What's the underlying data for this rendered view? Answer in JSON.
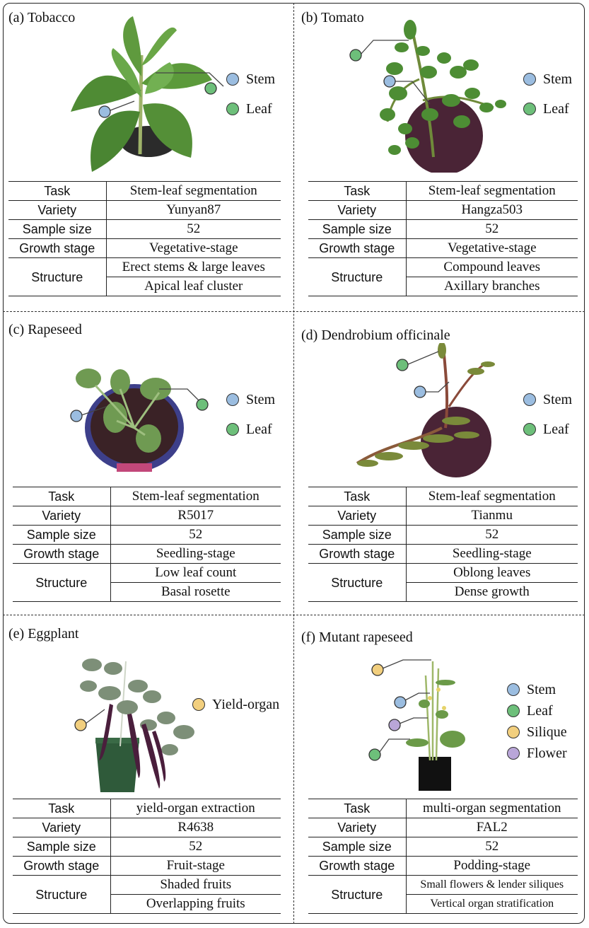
{
  "panels": [
    {
      "title": "(a)  Tobacco",
      "legend": [
        {
          "label": "Stem",
          "color": "#9bbde0"
        },
        {
          "label": "Leaf",
          "color": "#6dbf7a"
        }
      ],
      "table": {
        "task_label": "Task",
        "task": "Stem-leaf segmentation",
        "variety_label": "Variety",
        "variety": "Yunyan87",
        "sample_label": "Sample size",
        "sample": "52",
        "stage_label": "Growth stage",
        "stage": "Vegetative-stage",
        "structure_label": "Structure",
        "structure": [
          "Erect stems & large leaves",
          "Apical leaf cluster"
        ]
      }
    },
    {
      "title": "(b)  Tomato",
      "legend": [
        {
          "label": "Stem",
          "color": "#9bbde0"
        },
        {
          "label": "Leaf",
          "color": "#6dbf7a"
        }
      ],
      "table": {
        "task_label": "Task",
        "task": "Stem-leaf segmentation",
        "variety_label": "Variety",
        "variety": "Hangza503",
        "sample_label": "Sample size",
        "sample": "52",
        "stage_label": "Growth stage",
        "stage": "Vegetative-stage",
        "structure_label": "Structure",
        "structure": [
          "Compound leaves",
          "Axillary branches"
        ]
      }
    },
    {
      "title": "(c)  Rapeseed",
      "legend": [
        {
          "label": "Stem",
          "color": "#9bbde0"
        },
        {
          "label": "Leaf",
          "color": "#6dbf7a"
        }
      ],
      "table": {
        "task_label": "Task",
        "task": "Stem-leaf segmentation",
        "variety_label": "Variety",
        "variety": "R5017",
        "sample_label": "Sample size",
        "sample": "52",
        "stage_label": "Growth stage",
        "stage": "Seedling-stage",
        "structure_label": "Structure",
        "structure": [
          "Low leaf count",
          "Basal rosette"
        ]
      }
    },
    {
      "title": "(d)  Dendrobium officinale",
      "legend": [
        {
          "label": "Stem",
          "color": "#9bbde0"
        },
        {
          "label": "Leaf",
          "color": "#6dbf7a"
        }
      ],
      "table": {
        "task_label": "Task",
        "task": "Stem-leaf segmentation",
        "variety_label": "Variety",
        "variety": "Tianmu",
        "sample_label": "Sample size",
        "sample": "52",
        "stage_label": "Growth stage",
        "stage": "Seedling-stage",
        "structure_label": "Structure",
        "structure": [
          "Oblong leaves",
          "Dense growth"
        ]
      }
    },
    {
      "title": "(e)  Eggplant",
      "legend": [
        {
          "label": "Yield-organ",
          "color": "#f2cf7e"
        }
      ],
      "table": {
        "task_label": "Task",
        "task": "yield-organ extraction",
        "variety_label": "Variety",
        "variety": "R4638",
        "sample_label": "Sample size",
        "sample": "52",
        "stage_label": "Growth stage",
        "stage": "Fruit-stage",
        "structure_label": "Structure",
        "structure": [
          "Shaded fruits",
          "Overlapping fruits"
        ]
      }
    },
    {
      "title": "(f)  Mutant rapeseed",
      "legend": [
        {
          "label": "Stem",
          "color": "#9bbde0"
        },
        {
          "label": "Leaf",
          "color": "#6dbf7a"
        },
        {
          "label": "Silique",
          "color": "#f2cf7e"
        },
        {
          "label": "Flower",
          "color": "#b9a6d8"
        }
      ],
      "table": {
        "task_label": "Task",
        "task": "multi-organ segmentation",
        "variety_label": "Variety",
        "variety": "FAL2",
        "sample_label": "Sample size",
        "sample": "52",
        "stage_label": "Growth stage",
        "stage": "Podding-stage",
        "structure_label": "Structure",
        "structure": [
          "Small flowers & lender siliques",
          "Vertical organ stratification"
        ]
      }
    }
  ]
}
